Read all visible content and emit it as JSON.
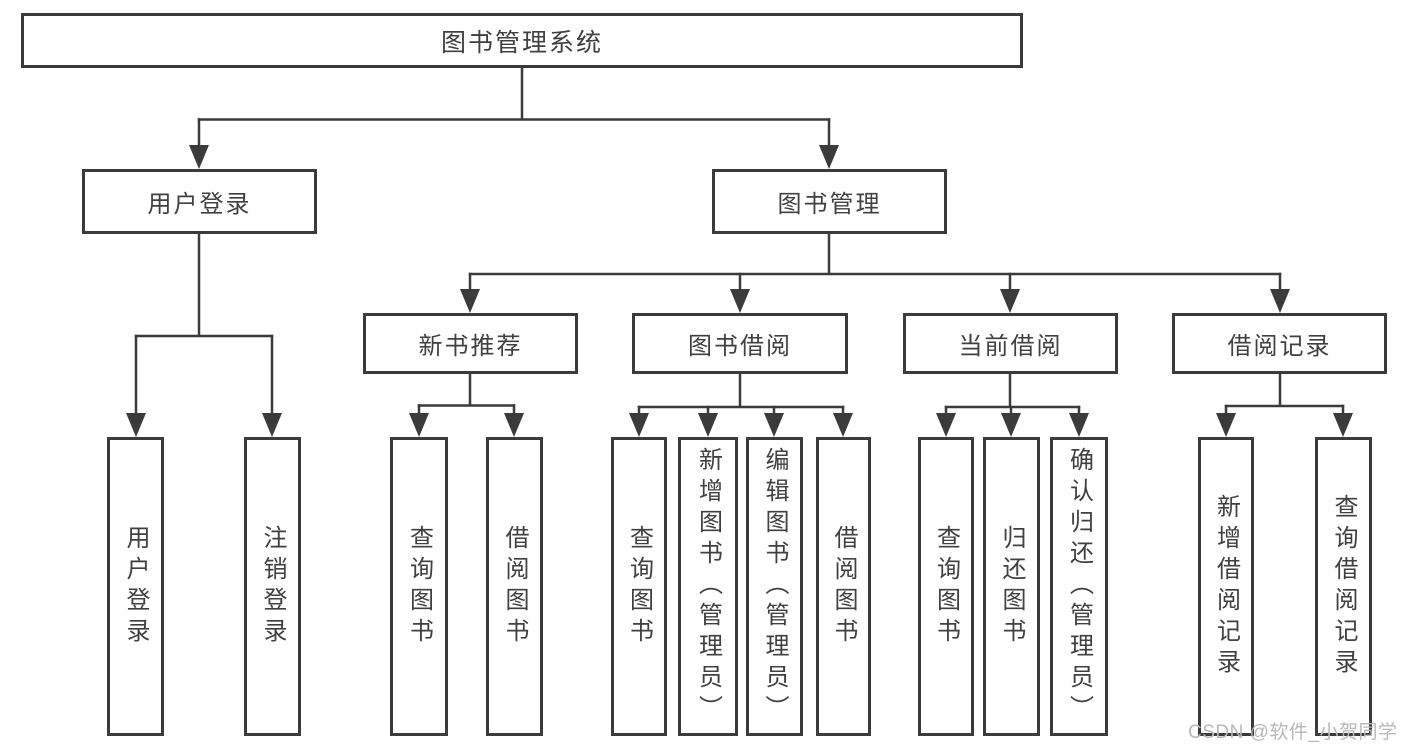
{
  "tree": {
    "label": "图书管理系统",
    "children": [
      {
        "label": "用户登录",
        "children": [
          {
            "label": "用户登录"
          },
          {
            "label": "注销登录"
          }
        ]
      },
      {
        "label": "图书管理",
        "children": [
          {
            "label": "新书推荐",
            "children": [
              {
                "label": "查询图书"
              },
              {
                "label": "借阅图书"
              }
            ]
          },
          {
            "label": "图书借阅",
            "children": [
              {
                "label": "查询图书"
              },
              {
                "label": "新增图书（管理员）"
              },
              {
                "label": "编辑图书（管理员）"
              },
              {
                "label": "借阅图书"
              }
            ]
          },
          {
            "label": "当前借阅",
            "children": [
              {
                "label": "查询图书"
              },
              {
                "label": "归还图书"
              },
              {
                "label": "确认归还（管理员）"
              }
            ]
          },
          {
            "label": "借阅记录",
            "children": [
              {
                "label": "新增借阅记录"
              },
              {
                "label": "查询借阅记录"
              }
            ]
          }
        ]
      }
    ]
  },
  "watermark": "CSDN @软件_小贺同学",
  "colors": {
    "line": "#3b3b3b",
    "text": "#404040",
    "watermark": "#b8b8b8",
    "background": "#ffffff"
  }
}
